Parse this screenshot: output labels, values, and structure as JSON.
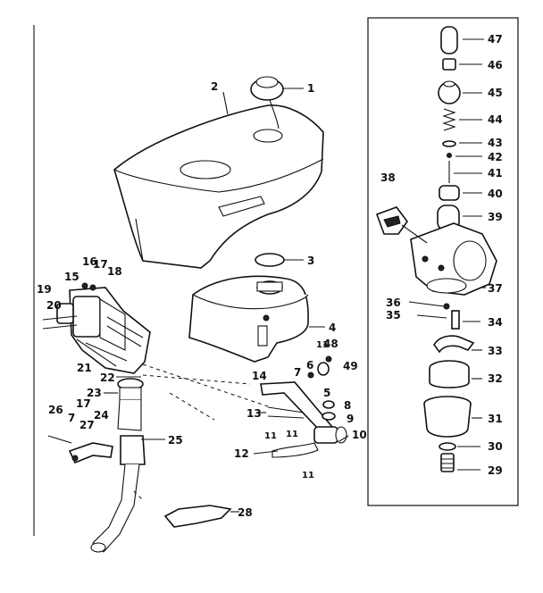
{
  "labels": {
    "l1": "1",
    "l2": "2",
    "l3": "3",
    "l4": "4",
    "l5": "5",
    "l6": "6",
    "l7a": "7",
    "l7b": "7",
    "l8": "8",
    "l9": "9",
    "l10": "10",
    "l11a": "11",
    "l11b": "11",
    "l11c": "11",
    "l11d": "11",
    "l12": "12",
    "l13": "13",
    "l14": "14",
    "l15": "15",
    "l16": "16",
    "l17a": "17",
    "l17b": "17",
    "l18": "18",
    "l19": "19",
    "l20": "20",
    "l21": "21",
    "l22": "22",
    "l23": "23",
    "l24": "24",
    "l25": "25",
    "l26": "26",
    "l27": "27",
    "l28": "28",
    "l29": "29",
    "l30": "30",
    "l31": "31",
    "l32": "32",
    "l33": "33",
    "l34": "34",
    "l35": "35",
    "l36": "36",
    "l37": "37",
    "l38": "38",
    "l39": "39",
    "l40": "40",
    "l41": "41",
    "l42": "42",
    "l43": "43",
    "l44": "44",
    "l45": "45",
    "l46": "46",
    "l47": "47",
    "l48": "48",
    "l49": "49"
  }
}
